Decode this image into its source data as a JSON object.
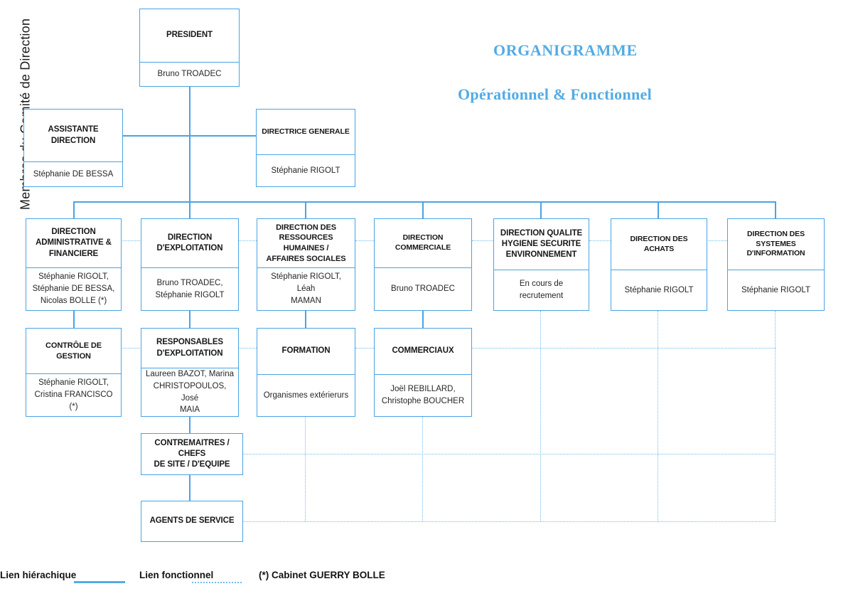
{
  "side_label": "Membres du Comité de Direction",
  "titles": {
    "line1": "ORGANIGRAMME",
    "line2": "Opérationnel & Fonctionnel",
    "color": "#53ABE4"
  },
  "colors": {
    "box_border": "#4BA3E3",
    "solid_link": "#53ABE4",
    "dotted_link": "#6FBDEC",
    "text": "#171717"
  },
  "nodes": {
    "president": {
      "title": "PRESIDENT",
      "name": "Bruno TROADEC"
    },
    "assistante": {
      "title": "ASSISTANTE\nDIRECTION",
      "title_l1": "ASSISTANTE",
      "title_l2": "DIRECTION",
      "name": "Stéphanie DE BESSA"
    },
    "directrice": {
      "title": "DIRECTRICE GENERALE",
      "name": "Stéphanie RIGOLT"
    },
    "daf": {
      "title_l1": "DIRECTION",
      "title_l2": "ADMINISTRATIVE &",
      "title_l3": "FINANCIERE",
      "name_l1": "Stéphanie RIGOLT,",
      "name_l2": "Stéphanie DE BESSA,",
      "name_l3": "Nicolas BOLLE (*)"
    },
    "exploitation": {
      "title_l1": "DIRECTION",
      "title_l2": "D'EXPLOITATION",
      "name_l1": "Bruno TROADEC,",
      "name_l2": "Stéphanie RIGOLT"
    },
    "drh": {
      "title_l1": "DIRECTION DES",
      "title_l2": "RESSOURCES HUMAINES /",
      "title_l3": "AFFAIRES SOCIALES",
      "name_l1": "Stéphanie RIGOLT, Léah",
      "name_l2": "MAMAN"
    },
    "commerciale": {
      "title": "DIRECTION COMMERCIALE",
      "name": "Bruno TROADEC"
    },
    "qhse": {
      "title_l1": "DIRECTION QUALITE",
      "title_l2": "HYGIENE SECURITE",
      "title_l3": "ENVIRONNEMENT",
      "name": "En cours de recrutement"
    },
    "achats": {
      "title": "DIRECTION DES ACHATS",
      "name": "Stéphanie RIGOLT"
    },
    "dsi": {
      "title_l1": "DIRECTION DES SYSTEMES",
      "title_l2": "D'INFORMATION",
      "name": "Stéphanie RIGOLT"
    },
    "controle_gestion": {
      "title": "CONTRÔLE DE GESTION",
      "name_l1": "Stéphanie RIGOLT,",
      "name_l2": "Cristina FRANCISCO  (*)"
    },
    "responsables_exploitation": {
      "title_l1": "RESPONSABLES",
      "title_l2": "D'EXPLOITATION",
      "name_l1": "Laureen BAZOT, Marina",
      "name_l2": "CHRISTOPOULOS, José",
      "name_l3": "MAIA"
    },
    "formation": {
      "title": "FORMATION",
      "name": "Organismes extérierurs"
    },
    "commerciaux": {
      "title": "COMMERCIAUX",
      "name_l1": "Joël REBILLARD,",
      "name_l2": "Christophe BOUCHER"
    },
    "contremaitres": {
      "title_l1": "CONTREMAITRES / CHEFS",
      "title_l2": "DE SITE / D'EQUIPE"
    },
    "agents": {
      "title": "AGENTS DE SERVICE"
    }
  },
  "legend": {
    "hierarchique": "Lien hiérachique",
    "fonctionnel": "Lien fonctionnel",
    "cabinet": "(*) Cabinet GUERRY BOLLE"
  }
}
